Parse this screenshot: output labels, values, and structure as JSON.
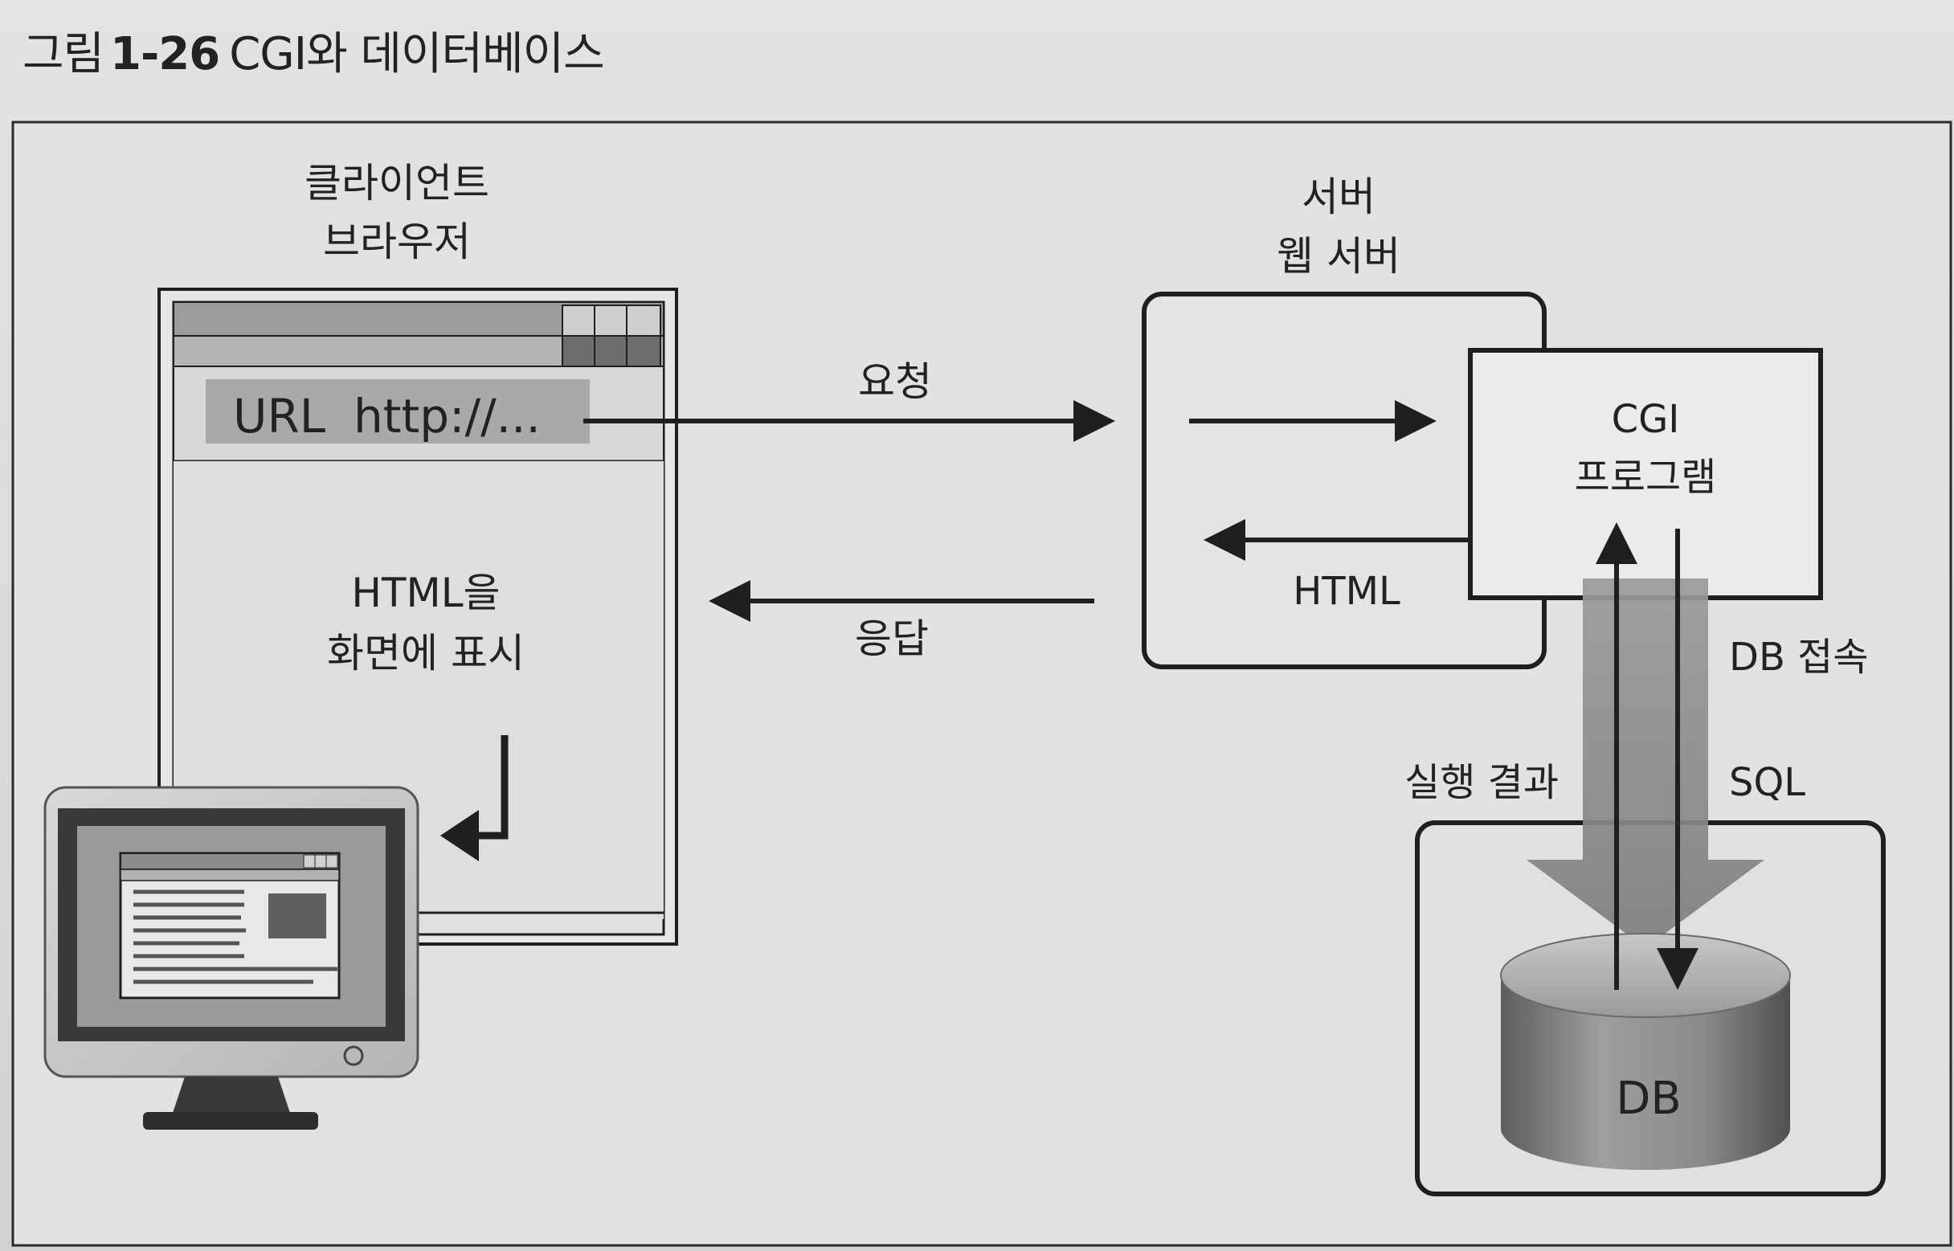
{
  "figure": {
    "label": "그림",
    "number": "1-26",
    "title": "CGI와 데이터베이스"
  },
  "client": {
    "heading_line1": "클라이언트",
    "heading_line2": "브라우저",
    "url_label": "URL",
    "url_text": "http://...",
    "display_line1": "HTML을",
    "display_line2": "화면에 표시"
  },
  "server": {
    "heading_line1": "서버",
    "heading_line2": "웹 서버",
    "cgi_line1": "CGI",
    "cgi_line2": "프로그램",
    "html_label": "HTML"
  },
  "arrows": {
    "request_label": "요청",
    "response_label": "응답",
    "db_access_label": "DB 접속",
    "sql_label": "SQL",
    "result_label": "실행 결과"
  },
  "database": {
    "label": "DB"
  },
  "colors": {
    "line": "#1f1f1f",
    "url_bar": "#a9a9a9",
    "title_bar": "#9c9c9c",
    "db_fill": "#8a8a8a",
    "big_arrow": "#8d8d8d"
  }
}
